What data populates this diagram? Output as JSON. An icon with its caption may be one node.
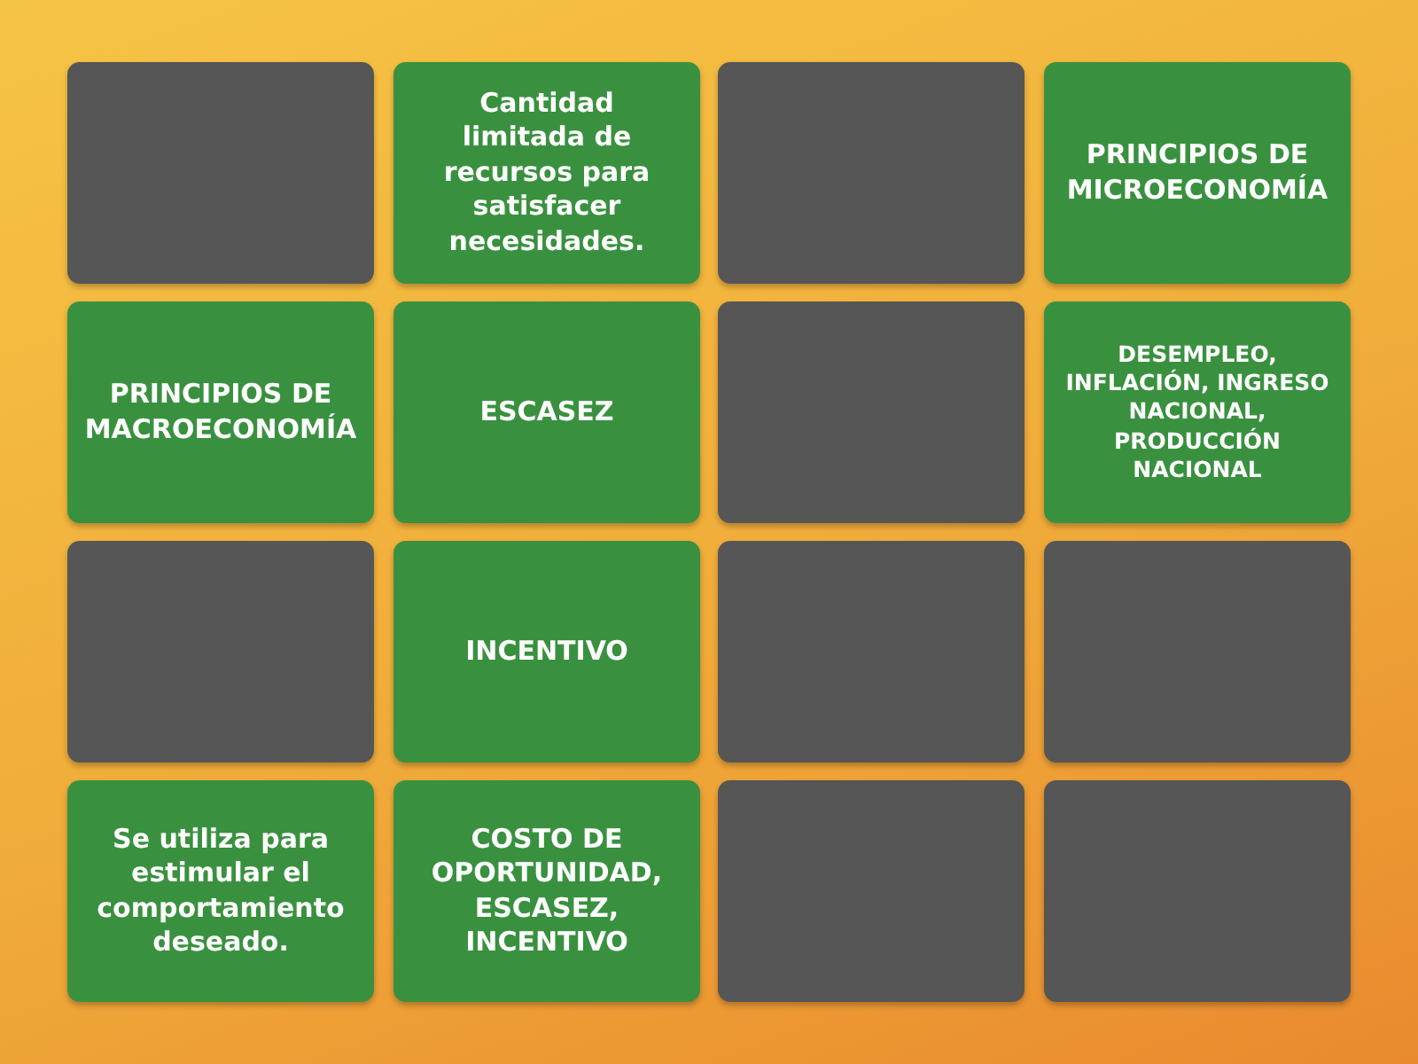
{
  "diagram": {
    "nodes": [
      {
        "text": [],
        "shape": "box"
      },
      {
        "text": [
          "Cantidad limitada de recursos para satisfacer necesidades."
        ]
      },
      {
        "text": [],
        "shape": "box"
      },
      {
        "text": [
          "PRINCIPIOS DE MICROECONOMÍA"
        ]
      },
      {
        "text": [
          "PRINCIPIOS DE MACROECONOMÍA"
        ]
      },
      {
        "text": [
          "ESCASEZ"
        ]
      },
      {
        "text": [],
        "shape": "box"
      },
      {
        "text": [
          "DESEMPLEO, INFLACIÓN, INGRESO NACIONAL, PRODUCCIÓN NACIONAL"
        ]
      },
      {
        "text": [],
        "shape": "box"
      },
      {
        "text": [
          "INCENTIVO"
        ]
      },
      {
        "text": [],
        "shape": "box"
      },
      {
        "text": [],
        "shape": "box"
      },
      {
        "text": [
          "Se utiliza para estimular el comportamiento deseado."
        ]
      },
      {
        "text": [
          "COSTO DE OPORTUNIDAD, ESCASEZ, INCENTIVO"
        ]
      },
      {
        "text": [],
        "shape": "box"
      },
      {
        "text": [],
        "shape": "box"
      }
    ]
  }
}
